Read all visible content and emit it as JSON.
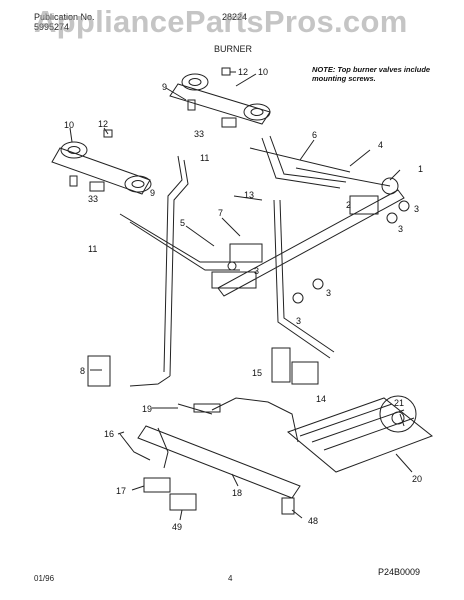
{
  "header": {
    "publication_label": "Publication No.",
    "publication_number": "5995274",
    "model": "28224",
    "section": "BURNER",
    "watermark": "AppliancePartsPros.com"
  },
  "note": "NOTE: Top burner valves include mounting screws.",
  "callouts": {
    "c1": "1",
    "c2": "2",
    "c3a": "3",
    "c3b": "3",
    "c3c": "3",
    "c3d": "3",
    "c3e": "3",
    "c4": "4",
    "c5": "5",
    "c6": "6",
    "c7": "7",
    "c8": "8",
    "c9a": "9",
    "c9b": "9",
    "c10a": "10",
    "c10b": "10",
    "c11a": "11",
    "c11b": "11",
    "c12a": "12",
    "c12b": "12",
    "c13": "13",
    "c14": "14",
    "c15": "15",
    "c16": "16",
    "c17": "17",
    "c18": "18",
    "c19": "19",
    "c20": "20",
    "c21": "21",
    "c33a": "33",
    "c33b": "33",
    "c48": "48",
    "c49": "49"
  },
  "diagram_code": "P24B0009",
  "footer": {
    "date": "01/96",
    "page": "4"
  },
  "colors": {
    "line": "#222222",
    "watermark": "#969696"
  }
}
